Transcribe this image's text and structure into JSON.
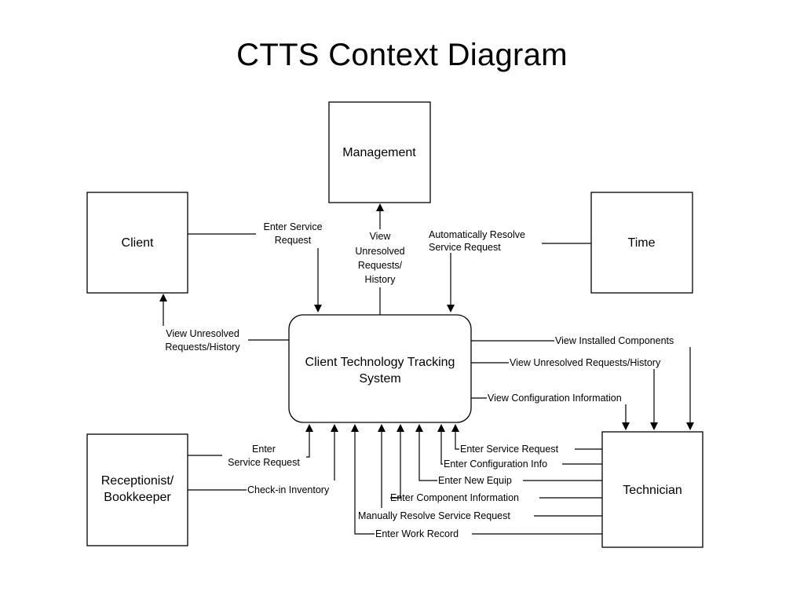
{
  "title": "CTTS Context Diagram",
  "process": {
    "line1": "Client Technology Tracking",
    "line2": "System"
  },
  "entities": {
    "management": "Management",
    "client": "Client",
    "time": "Time",
    "receptionist_line1": "Receptionist/",
    "receptionist_line2": "Bookkeeper",
    "technician": "Technician"
  },
  "flows": {
    "client_enter_l1": "Enter Service",
    "client_enter_l2": "Request",
    "mgmt_view_l1": "View",
    "mgmt_view_l2": "Unresolved",
    "mgmt_view_l3": "Requests/",
    "mgmt_view_l4": "History",
    "time_auto_l1": "Automatically Resolve",
    "time_auto_l2": "Service Request",
    "client_view_l1": "View Unresolved",
    "client_view_l2": "Requests/History",
    "tech_view_components": "View Installed Components",
    "tech_view_unresolved": "View Unresolved Requests/History",
    "tech_view_config": "View Configuration Information",
    "recep_enter_l1": "Enter",
    "recep_enter_l2": "Service Request",
    "recep_checkin": "Check-in Inventory",
    "tech_enter_service": "Enter Service Request",
    "tech_enter_config": "Enter Configuration Info",
    "tech_new_equip": "Enter New Equip",
    "tech_component": "Enter Component Information",
    "tech_manual": "Manually Resolve Service Request",
    "tech_work_record": "Enter Work Record"
  }
}
